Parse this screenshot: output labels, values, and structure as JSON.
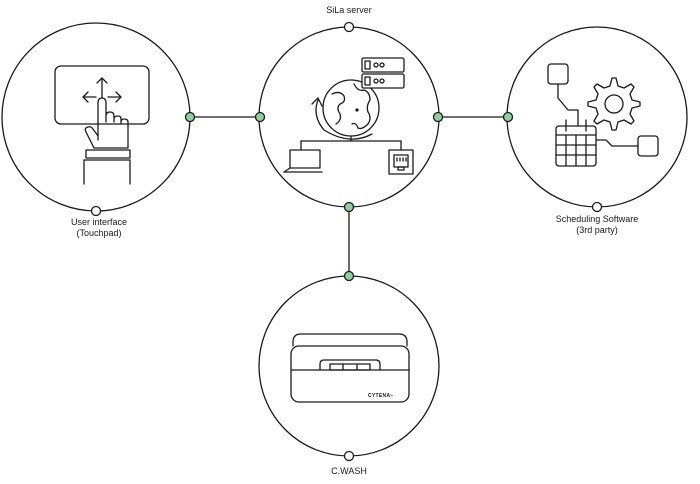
{
  "nodes": {
    "sila_server": {
      "label": "SiLa server"
    },
    "user_interface": {
      "label_line1": "User interface",
      "label_line2": "(Touchpad)"
    },
    "scheduling_software": {
      "label_line1": "Scheduling Software",
      "label_line2": "(3rd party)"
    },
    "cwash": {
      "label": "C.WASH",
      "device_brand": "CYTENA"
    }
  },
  "colors": {
    "stroke": "#1a1a1a",
    "connector_fill": "#8fd19e",
    "port_fill": "#ffffff",
    "background": "#ffffff"
  },
  "icons": {
    "user_interface": "touchpad-hand-icon",
    "sila_server": "globe-server-icon",
    "scheduling_software": "gear-calendar-icon",
    "cwash": "washer-device-icon"
  }
}
